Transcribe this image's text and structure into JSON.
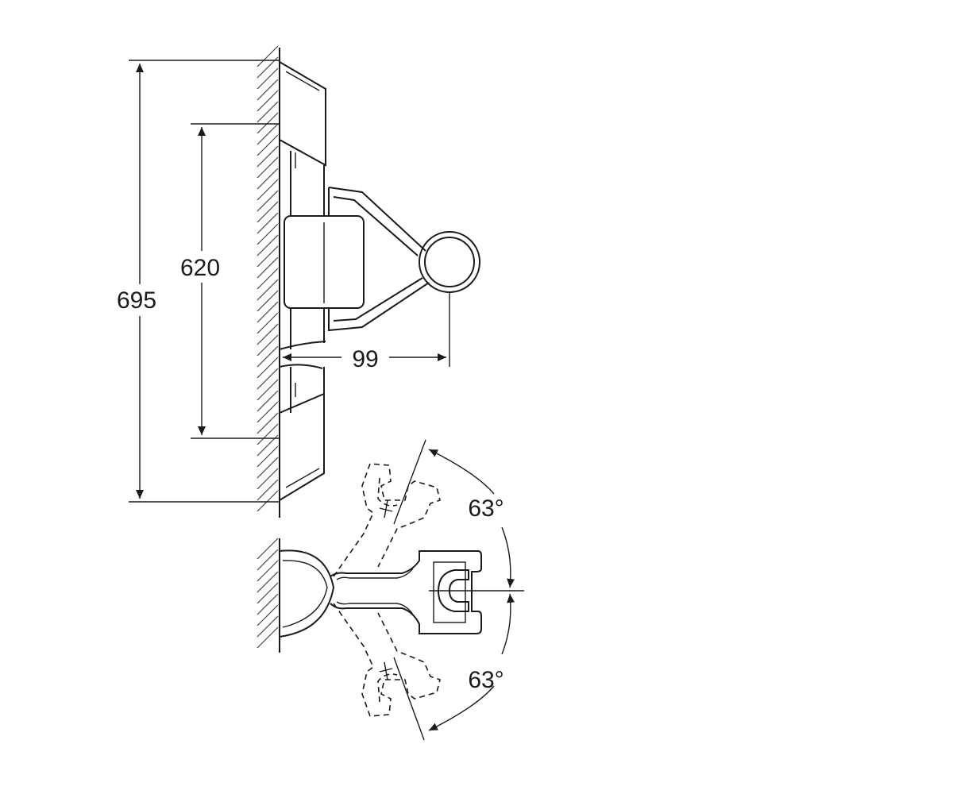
{
  "dimensions": {
    "overall_height": "695",
    "mount_spacing": "620",
    "projection": "99",
    "angle_upper": "63°",
    "angle_lower": "63°"
  }
}
